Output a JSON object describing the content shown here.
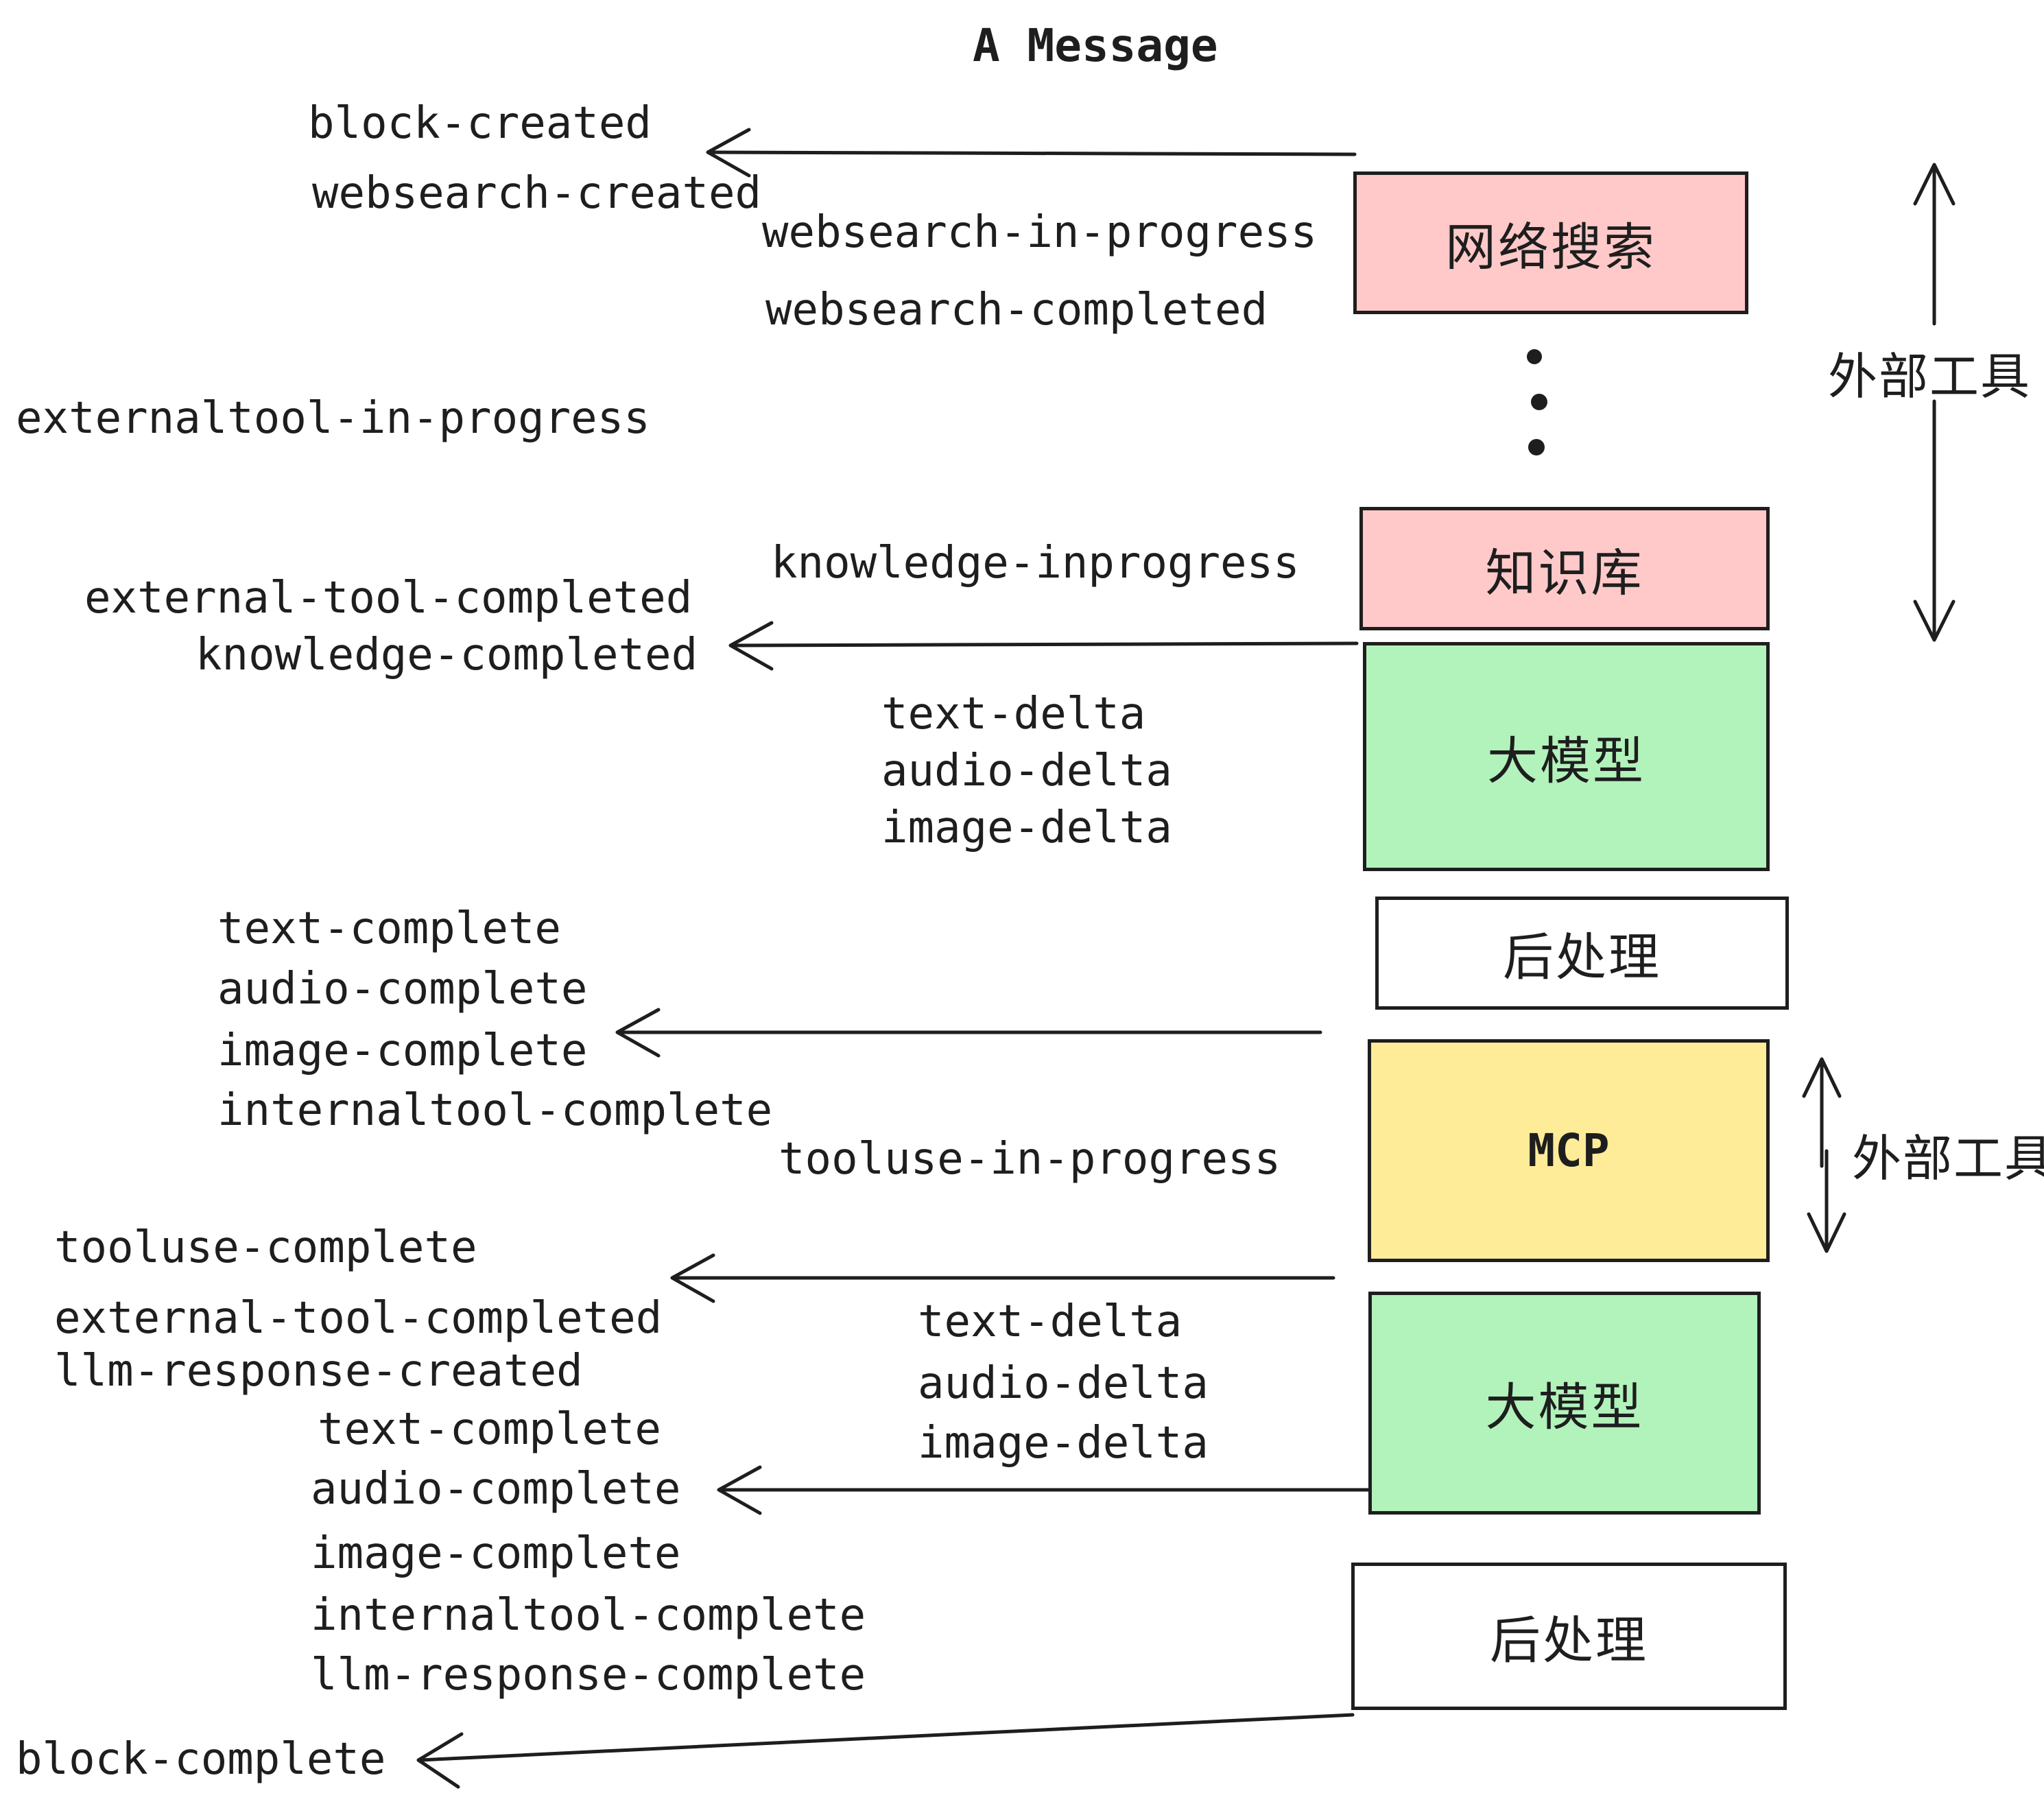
{
  "title": "A Message",
  "palette": {
    "box_pink": "#ffc9c9",
    "box_green": "#b2f2bb",
    "box_yellow": "#ffec99",
    "box_white": "#ffffff",
    "stroke": "#1e1e1e"
  },
  "boxes": {
    "websearch": {
      "label": "网络搜索",
      "fill": "#ffc9c9"
    },
    "knowledge": {
      "label": "知识库",
      "fill": "#ffc9c9"
    },
    "llm": {
      "label": "大模型",
      "fill": "#b2f2bb"
    },
    "post": {
      "label": "后处理",
      "fill": "#ffffff"
    },
    "mcp": {
      "label": "MCP",
      "fill": "#ffec99"
    }
  },
  "side_labels": {
    "external_tools": "外部工具"
  },
  "events": {
    "block_created": "block-created",
    "websearch_created": "websearch-created",
    "websearch_in_progress": "websearch-in-progress",
    "websearch_completed": "websearch-completed",
    "externaltool_in_progress": "externaltool-in-progress",
    "knowledge_inprogress": "knowledge-inprogress",
    "external_tool_completed": "external-tool-completed",
    "knowledge_completed": "knowledge-completed",
    "text_delta": "text-delta",
    "audio_delta": "audio-delta",
    "image_delta": "image-delta",
    "text_complete": "text-complete",
    "audio_complete": "audio-complete",
    "image_complete": "image-complete",
    "internaltool_complete": "internaltool-complete",
    "tooluse_in_progress": "tooluse-in-progress",
    "tooluse_complete": "tooluse-complete",
    "llm_response_created": "llm-response-created",
    "llm_response_complete": "llm-response-complete",
    "block_complete": "block-complete"
  }
}
